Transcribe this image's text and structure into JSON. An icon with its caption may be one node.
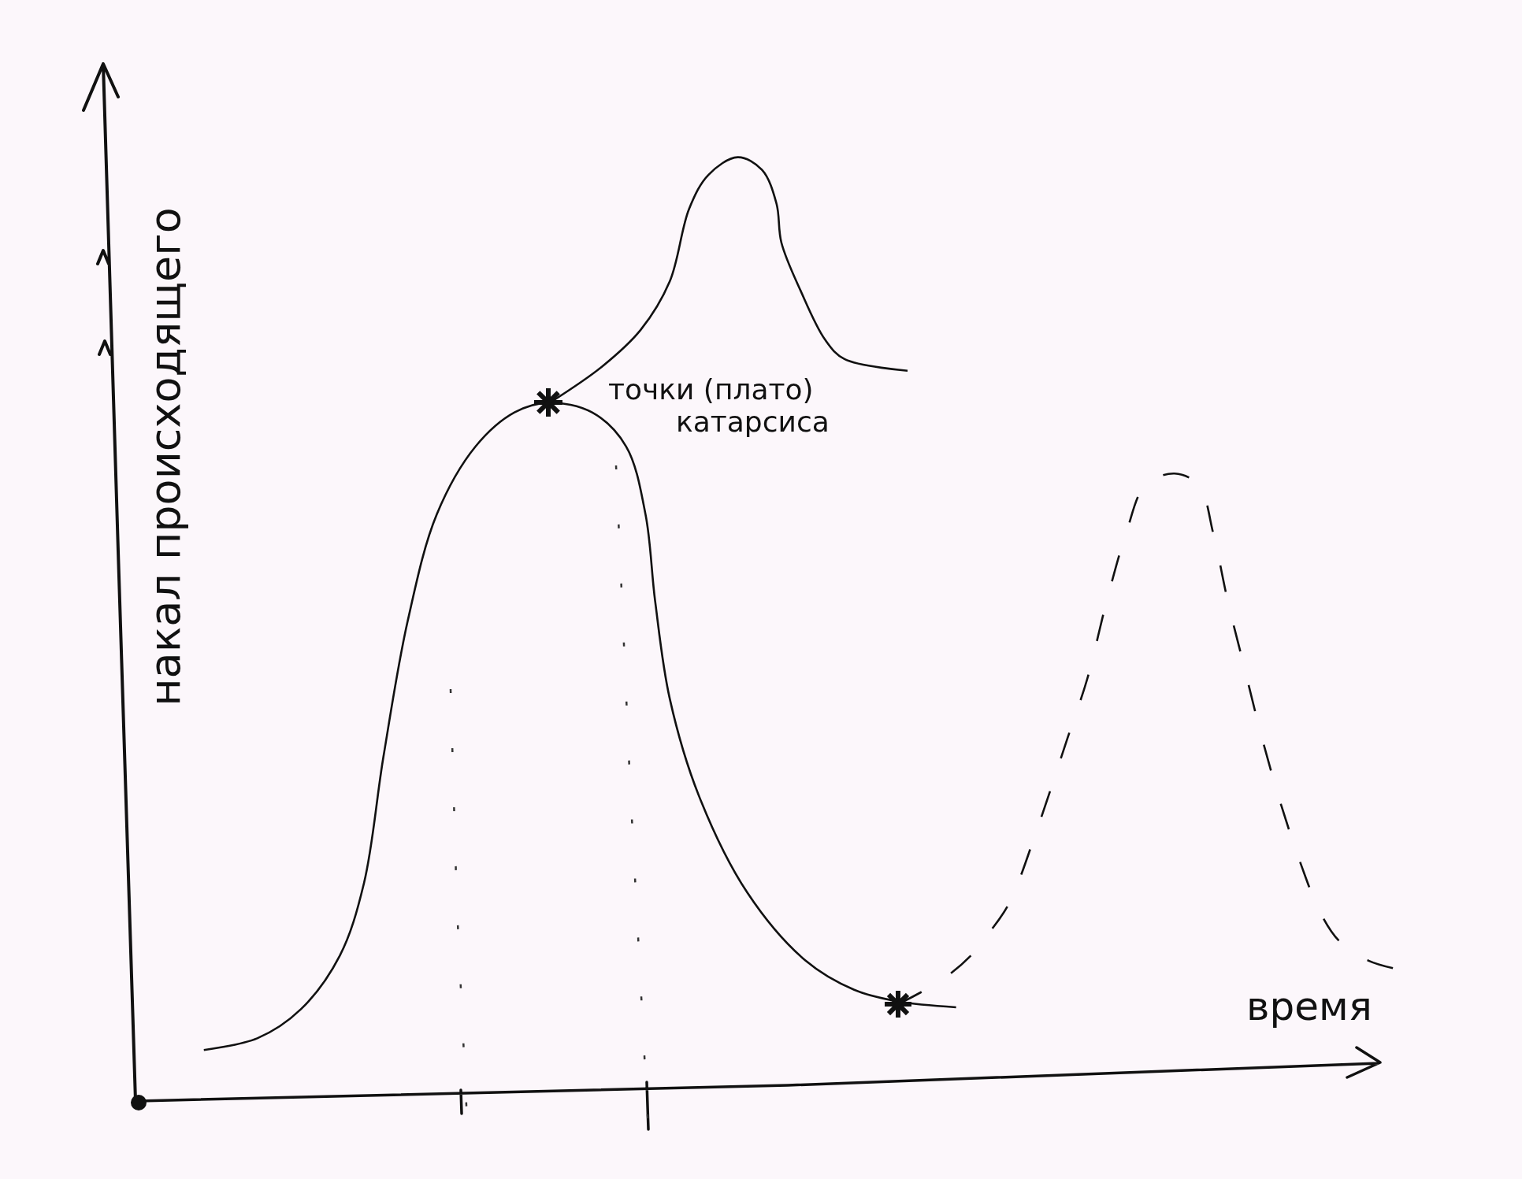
{
  "diagram": {
    "labels": [
      "накал происходящего",
      "точки (плато) катарсиса",
      "время"
    ]
  }
}
